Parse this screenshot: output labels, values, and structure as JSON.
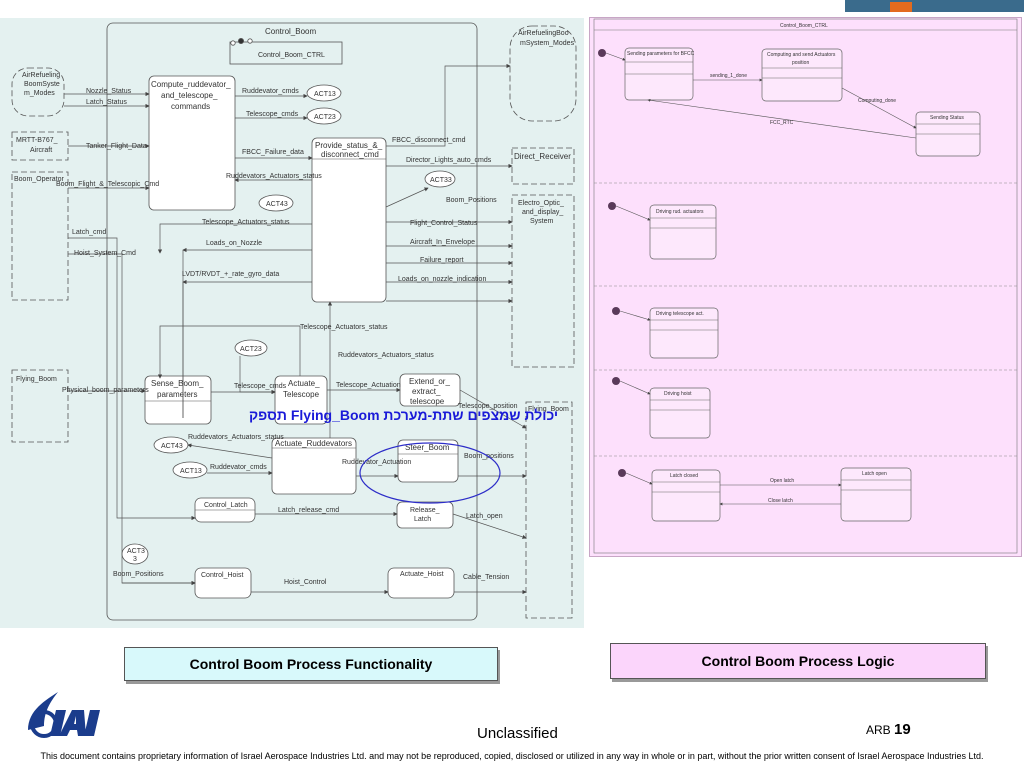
{
  "left_diagram": {
    "title": "Control_Boom",
    "ctrl_label": "Control_Boom_CTRL",
    "external": {
      "air_refueling_modes_left": [
        "AirRefueling",
        "BoomSyste",
        "m_Modes"
      ],
      "air_refueling_modes_right": [
        "AirRefuelingBoo",
        "mSystem_Modes"
      ],
      "mrtt_aircraft": [
        "MRTT-B767_",
        "Aircraft"
      ],
      "boom_operator": "Boom_Operator",
      "flying_boom_left": "Flying_Boom",
      "direct_receiver": "Direct_Receiver",
      "electro_optic": [
        "Electro_Optic_",
        "and_display_",
        "System"
      ],
      "flying_boom_right": "Flying_Boom"
    },
    "processes": {
      "compute": [
        "Compute_ruddevator_",
        "and_telescope_",
        "commands"
      ],
      "provide": [
        "Provide_status_&_",
        "disconnect_cmd"
      ],
      "sense": [
        "Sense_Boom_",
        "parameters"
      ],
      "actuate_telescope": [
        "Actuate_",
        "Telescope"
      ],
      "extend": [
        "Extend_or_",
        "extract_",
        "telescope"
      ],
      "actuate_ruddevators": "Actuate_Ruddevators",
      "steer": "Steer_Boom",
      "control_latch": "Control_Latch",
      "release_latch": [
        "Release_",
        "Latch"
      ],
      "control_hoist": "Control_Hoist",
      "actuate_hoist": "Actuate_Hoist"
    },
    "tokens": {
      "act13_top": "ACT13",
      "act23_top": "ACT23",
      "act43_mid": "ACT43",
      "act33": "ACT33",
      "act23_low": "ACT23",
      "act43_low": "ACT43",
      "act13_low": "ACT13",
      "act3": [
        "ACT3",
        "3"
      ]
    },
    "flows": {
      "nozzle_status": "Nozzle_Status",
      "latch_status": "Latch_Status",
      "tanker_flight_data": "Tanker_Flight_Data",
      "boom_flight_cmd": "Boom_Flight_&_Telescopic_Cmd",
      "latch_cmd": "Latch_cmd",
      "hoist_system_cmd": "Hoist_System_Cmd",
      "physical_boom_parameters": "Physical_boom_parameters",
      "ruddevator_cmds": "Ruddevator_cmds",
      "telescope_cmds_top": "Telescope_cmds",
      "fbcc_failure_data": "FBCC_Failure_data",
      "ruddevators_actuators_status_top": "Ruddevators_Actuators_status",
      "telescope_actuators_status_top": "Telescope_Actuators_status",
      "loads_on_nozzle": "Loads_on_Nozzle",
      "lvdt": "LVDT/RVDT_+_rate_gyro_data",
      "fbcc_disconnect_cmd": "FBCC_disconnect_cmd",
      "director_lights": "Director_Lights_auto_cmds",
      "boom_positions_mid": "Boom_Positions",
      "flight_control_status": "Flight_Control_Status",
      "aircraft_in_envelope": "Aircraft_In_Envelope",
      "failure_report": "Failure_report",
      "loads_on_nozzle_indication": "Loads_on_nozzle_indication",
      "telescope_actuators_status_low": "Telescope_Actuators_status",
      "ruddevators_actuators_status_mid": "Ruddevators_Actuators_status",
      "telescope_cmds_low": "Telescope_cmds",
      "telescope_actuation": "Telescope_Actuation",
      "telescope_position": "Telescope_position",
      "ruddevators_actuators_status_low": "Ruddevators_Actuators_status",
      "ruddevator_cmds_low": "Ruddevator_cmds",
      "ruddevator_actuation": "Ruddevator_Actuation",
      "boom_positions_low": "Boom_positions",
      "latch_release_cmd": "Latch_release_cmd",
      "latch_open": "Latch_open",
      "boom_positions_bottom": "Boom_Positions",
      "hoist_control": "Hoist_Control",
      "cable_tension": "Cable_Tension"
    }
  },
  "right_diagram": {
    "title": "Control_Boom_CTRL",
    "states": {
      "sending_params": "Sending parameters for BFCC",
      "computing_send": [
        "Computing and send Actuators",
        "position"
      ],
      "sending_status": "Sending Status",
      "driving_rud": "Driving rud. actuators",
      "driving_tel": "Driving telescope act.",
      "driving_hoist": "Driving hoist",
      "latch_closed": "Latch closed",
      "latch_open": "Latch open"
    },
    "transitions": {
      "sending_1_done": "sending_1_done",
      "computing_done": "Computing_done",
      "fcc_rtc": "FCC_RTC",
      "open_latch": "Open latch",
      "close_latch": "Close latch"
    }
  },
  "hebrew_annotation": "יכולת שמצפים שתת-מערכת Flying_Boom תספק",
  "captions": {
    "left": "Control Boom Process Functionality",
    "right": "Control Boom Process Logic"
  },
  "footer": {
    "classification": "Unclassified",
    "page_prefix": "ARB",
    "page_number": "19",
    "disclaimer": "This document contains proprietary information of Israel Aerospace Industries Ltd. and may not be reproduced, copied, disclosed or utilized in any way in whole or in part, without the prior written consent of Israel Aerospace Industries Ltd."
  },
  "colors": {
    "left_bg": "#e4f1f0",
    "right_bg": "#fde0fc",
    "annotation_blue": "#1a1ad8",
    "logo_blue": "#1b3c8c"
  }
}
